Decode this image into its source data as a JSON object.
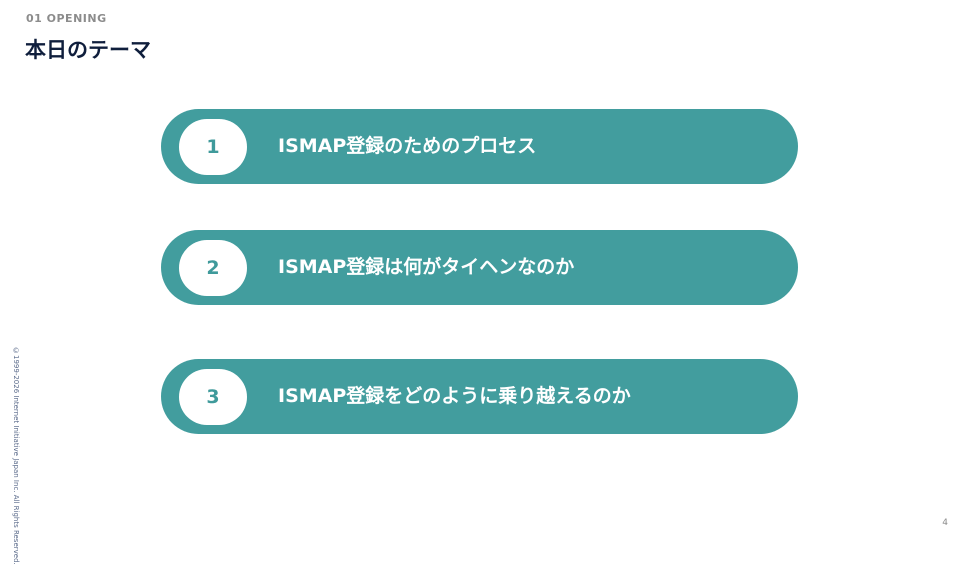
{
  "header": {
    "section_label": "01  OPENING",
    "title": "本日のテーマ"
  },
  "agenda": {
    "items": [
      {
        "number": "1",
        "label": "ISMAP登録のためのプロセス"
      },
      {
        "number": "2",
        "label": "ISMAP登録は何がタイヘンなのか"
      },
      {
        "number": "3",
        "label": "ISMAP登録をどのように乗り越えるのか"
      }
    ]
  },
  "footer": {
    "copyright": "©1999-2026 Internet Initiative Japan Inc. All Rights Reserved.",
    "page_number": "4"
  },
  "colors": {
    "pill": "#429d9e",
    "title": "#0f1e3c",
    "number": "#3f9a9b"
  }
}
